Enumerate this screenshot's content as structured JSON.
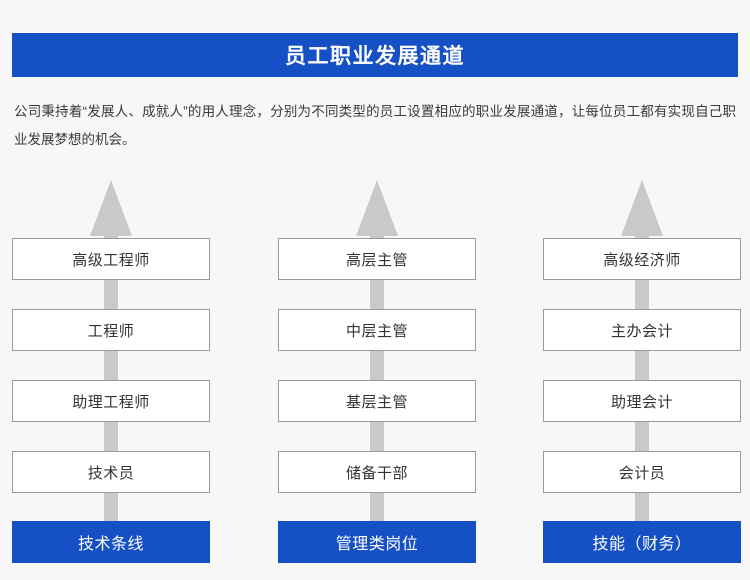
{
  "banner": {
    "title": "员工职业发展通道"
  },
  "intro": {
    "text": "公司秉持着“发展人、成就人”的用人理念，分别为不同类型的员工设置相应的职业发展通道，让每位员工都有实现自己职业发展梦想的机会。"
  },
  "colors": {
    "accent_blue": "#1550c4",
    "page_background": "#f7f7f8",
    "box_border": "#9a9a9a",
    "box_fill": "#ffffff",
    "arrow_gray": "#c9c9c9"
  },
  "columns": [
    {
      "arrow_icon": "up-arrow-icon",
      "stages": [
        {
          "label": "高级工程师"
        },
        {
          "label": "工程师"
        },
        {
          "label": "助理工程师"
        },
        {
          "label": "技术员"
        }
      ],
      "base": {
        "label": "技术条线"
      }
    },
    {
      "arrow_icon": "up-arrow-icon",
      "stages": [
        {
          "label": "高层主管"
        },
        {
          "label": "中层主管"
        },
        {
          "label": "基层主管"
        },
        {
          "label": "储备干部"
        }
      ],
      "base": {
        "label": "管理类岗位"
      }
    },
    {
      "arrow_icon": "up-arrow-icon",
      "stages": [
        {
          "label": "高级经济师"
        },
        {
          "label": "主办会计"
        },
        {
          "label": "助理会计"
        },
        {
          "label": "会计员"
        }
      ],
      "base": {
        "label": "技能（财务）"
      }
    }
  ]
}
